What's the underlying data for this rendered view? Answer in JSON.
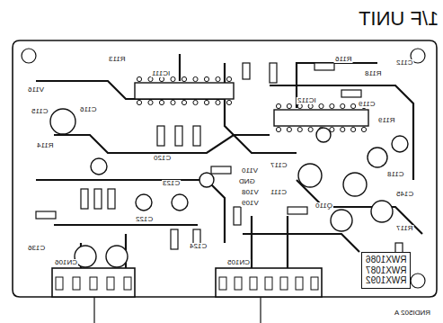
{
  "diagram": {
    "title": "1/F UNIT",
    "nodes": [
      {
        "text": [
          "RWX1086",
          "RWX1087",
          "RWX1092"
        ]
      }
    ],
    "labels": [
      "R113",
      "V116",
      "R116",
      "IC111",
      "R118",
      "C112",
      "C115",
      "C116",
      "R114",
      "C119",
      "R119",
      "IC112",
      "C117",
      "C118",
      "C145",
      "C120",
      "C122",
      "C123",
      "C124",
      "C136",
      "C111",
      "V108",
      "V109",
      "V110",
      "CN106",
      "CN105",
      "GND",
      "R117",
      "Q110",
      "RNDI502 A"
    ]
  }
}
